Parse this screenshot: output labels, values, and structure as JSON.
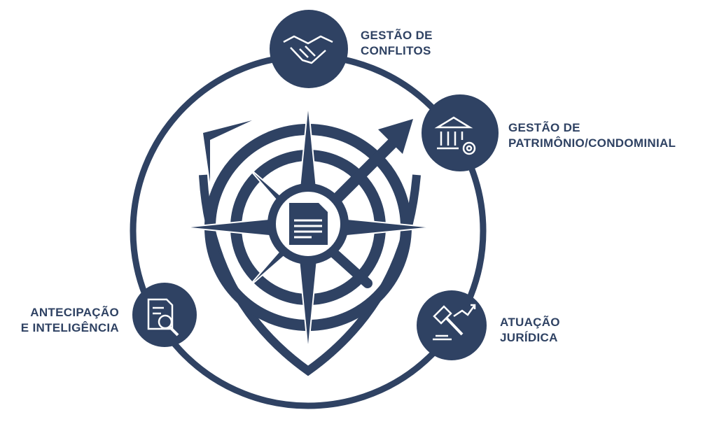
{
  "colors": {
    "primary": "#2f4263",
    "background": "#ffffff"
  },
  "center": {
    "icon": "compass-shield-document-search-icon"
  },
  "nodes": [
    {
      "id": "conflitos",
      "line1": "GESTÃO DE",
      "line2": "CONFLITOS",
      "icon": "handshake-icon"
    },
    {
      "id": "patrimonio",
      "line1": "GESTÃO DE",
      "line2": "PATRIMÔNIO/CONDOMINIAL",
      "icon": "bank-gear-icon"
    },
    {
      "id": "antecipacao",
      "line1": "ANTECIPAÇÃO",
      "line2": "E INTELIGÊNCIA",
      "icon": "document-search-icon"
    },
    {
      "id": "juridica",
      "line1": "ATUAÇÃO",
      "line2": "JURÍDICA",
      "icon": "gavel-chart-icon"
    }
  ]
}
